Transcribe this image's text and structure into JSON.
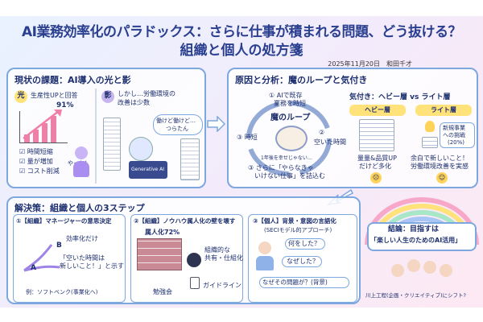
{
  "title": {
    "line1": "AI業務効率化のパラドックス：さらに仕事が積まれる問題、どう抜ける？",
    "line2": "組織と個人の処方箋",
    "date_author": "2025年11月20日　和田千才"
  },
  "current": {
    "heading": "現状の課題：AI導入の光と影",
    "light_tag": "光",
    "light_text": "生産性UPと回答",
    "percent": "91%",
    "shadow_tag": "影",
    "shadow_text_1": "しかし…労働環境の",
    "shadow_text_2": "改善は少数",
    "bubble_1": "働けど働けど…",
    "bubble_2": "つらたん",
    "yatta": "やった！",
    "monitor": "Generative AI",
    "checks": [
      "時間短縮",
      "量が増加",
      "コスト削減"
    ]
  },
  "cause": {
    "heading": "原因と分析：魔のループと気付き",
    "loop_title": "魔のループ",
    "step1_1": "① AIで既存",
    "step1_2": "業務を時短",
    "step2_1": "②",
    "step2_2": "空いた時間",
    "step3_1": "③ さらに「やらなきゃ",
    "step3_2": "いけない仕事」を詰込む",
    "step_center": "③ 時短",
    "inner_note": "1年後を幸せじゃない…",
    "aware_title": "気付き：ヘビー層 vs ライト層",
    "heavy": "ヘビー層",
    "light": "ライト層",
    "heavy_note_1": "量量&品質UP",
    "heavy_note_2": "だけど多化",
    "light_note_1": "余白で新しいこと！",
    "light_note_2": "労働環境改善を実感",
    "challenge_1": "新規事業",
    "challenge_2": "への挑戦",
    "challenge_3": "(20%)"
  },
  "solution": {
    "heading": "解決策：組織と個人の3ステップ",
    "s1_title": "①【組織】マネージャーの意思決定",
    "s1_a": "A",
    "s1_b": "B",
    "s1_b_text": "効率化だけ",
    "s1_quote_1": "「空いた時間は",
    "s1_quote_2": "新しいこと！」と示す",
    "s1_example": "例：ソフトベンク(事業化へ)",
    "s2_title": "②【組織】ノウハウ属人化の壁を壊す",
    "s2_percent": "属人化72%",
    "s2_note_1": "組織的な",
    "s2_note_2": "共有・仕組化",
    "s2_study": "勉強会",
    "s2_guide": "ガイドライン",
    "s3_title_1": "③【個人】背景・意図の言語化",
    "s3_title_2": "(SECIモデル的アプローチ)",
    "s3_q1": "何をした？",
    "s3_q2": "なぜした？",
    "s3_q3": "なぜその問題が？(背景)"
  },
  "conclusion": {
    "label": "結論：目指すは",
    "quote": "「楽しい人生のためのAI活用」",
    "credit": "川上工程(企画・クリエイティブ)にシフト?"
  },
  "colors": {
    "accent": "#2a3f8f",
    "panel_border": "#7da7df",
    "pink": "#f07fa8",
    "yellow": "#ffe27a"
  }
}
